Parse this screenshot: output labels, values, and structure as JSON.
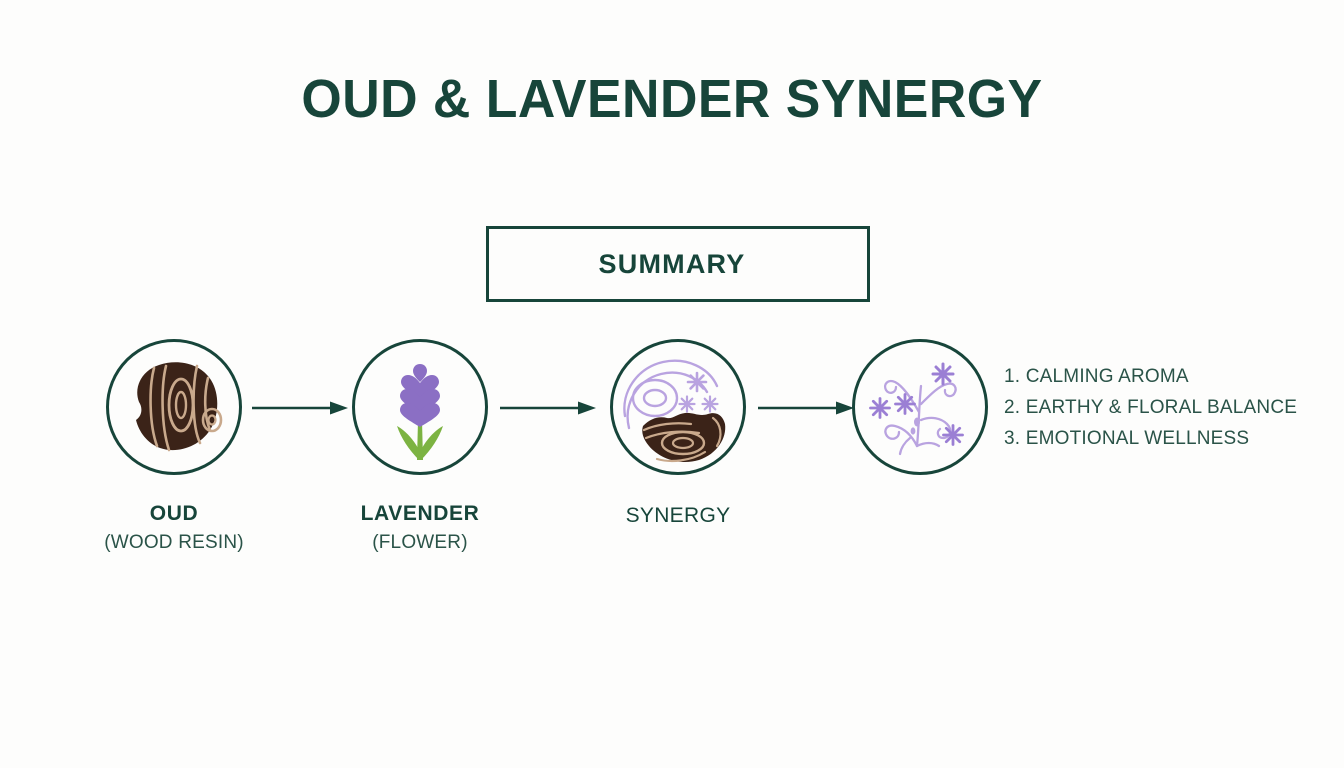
{
  "page": {
    "title": "OUD & LAVENDER SYNERGY",
    "background_color": "#fdfdfc",
    "accent_color": "#17453a"
  },
  "summary": {
    "label": "SUMMARY"
  },
  "flow": {
    "nodes": [
      {
        "icon": "oud-wood-resin-icon",
        "title": "OUD",
        "subtitle": "(WOOD RESIN)",
        "title_bold": true
      },
      {
        "icon": "lavender-flower-icon",
        "title": "LAVENDER",
        "subtitle": "(FLOWER)",
        "title_bold": true
      },
      {
        "icon": "synergy-blend-icon",
        "title": "SYNERGY",
        "subtitle": "",
        "title_bold": false
      },
      {
        "icon": "wellness-flourish-icon",
        "title": "",
        "subtitle": "",
        "title_bold": false
      }
    ],
    "arrows": [
      "arrow-oud-to-lavender",
      "arrow-lavender-to-synergy",
      "arrow-synergy-to-wellness"
    ]
  },
  "benefits": [
    "1. CALMING AROMA",
    "2. EARTHY & FLORAL BALANCE",
    "3. EMOTIONAL WELLNESS"
  ],
  "colors": {
    "green_dark": "#17453a",
    "green_text": "#2a5348",
    "wood_dark": "#3b2318",
    "wood_grain": "#c9a98c",
    "lavender_purple": "#8b6fc4",
    "lavender_purple_light": "#b9a3e0",
    "leaf_green": "#7cb342"
  }
}
